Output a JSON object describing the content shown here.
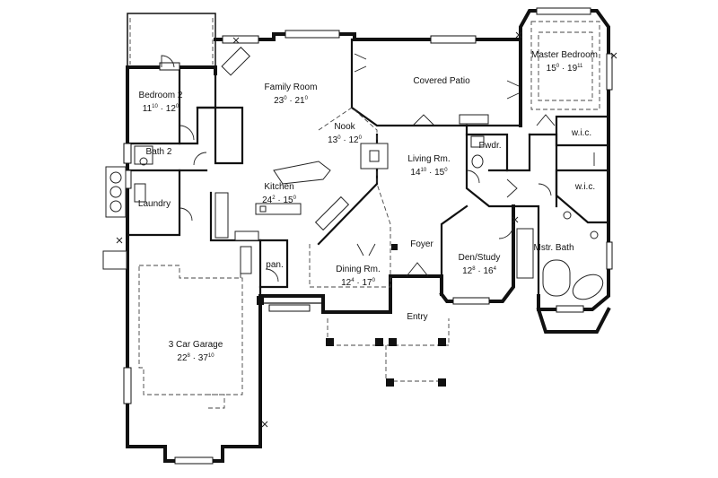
{
  "rooms": {
    "master_bedroom": {
      "name": "Master Bedroom",
      "w": "15",
      "w_in": "0",
      "d": "19",
      "d_in": "11"
    },
    "covered_patio": {
      "name": "Covered Patio"
    },
    "family_room": {
      "name": "Family Room",
      "w": "23",
      "w_in": "0",
      "d": "21",
      "d_in": "0"
    },
    "bedroom2": {
      "name": "Bedroom 2",
      "w": "11",
      "w_in": "10",
      "d": "12",
      "d_in": "0"
    },
    "nook": {
      "name": "Nook",
      "w": "13",
      "w_in": "0",
      "d": "12",
      "d_in": "0"
    },
    "bath2": {
      "name": "Bath 2"
    },
    "kitchen": {
      "name": "Kitchen",
      "w": "24",
      "w_in": "2",
      "d": "15",
      "d_in": "0"
    },
    "laundry": {
      "name": "Laundry"
    },
    "living": {
      "name": "Living Rm.",
      "w": "14",
      "w_in": "10",
      "d": "15",
      "d_in": "0"
    },
    "pwdr": {
      "name": "Pwdr."
    },
    "wic1": {
      "name": "w.i.c."
    },
    "wic2": {
      "name": "w.i.c."
    },
    "foyer": {
      "name": "Foyer"
    },
    "den": {
      "name": "Den/Study",
      "w": "12",
      "w_in": "8",
      "d": "16",
      "d_in": "4"
    },
    "mstr_bath": {
      "name": "Mstr. Bath"
    },
    "pan": {
      "name": "pan."
    },
    "dining": {
      "name": "Dining Rm.",
      "w": "12",
      "w_in": "4",
      "d": "17",
      "d_in": "0"
    },
    "entry": {
      "name": "Entry"
    },
    "garage": {
      "name": "3 Car Garage",
      "w": "22",
      "w_in": "8",
      "d": "37",
      "d_in": "10"
    }
  },
  "separator": "·"
}
